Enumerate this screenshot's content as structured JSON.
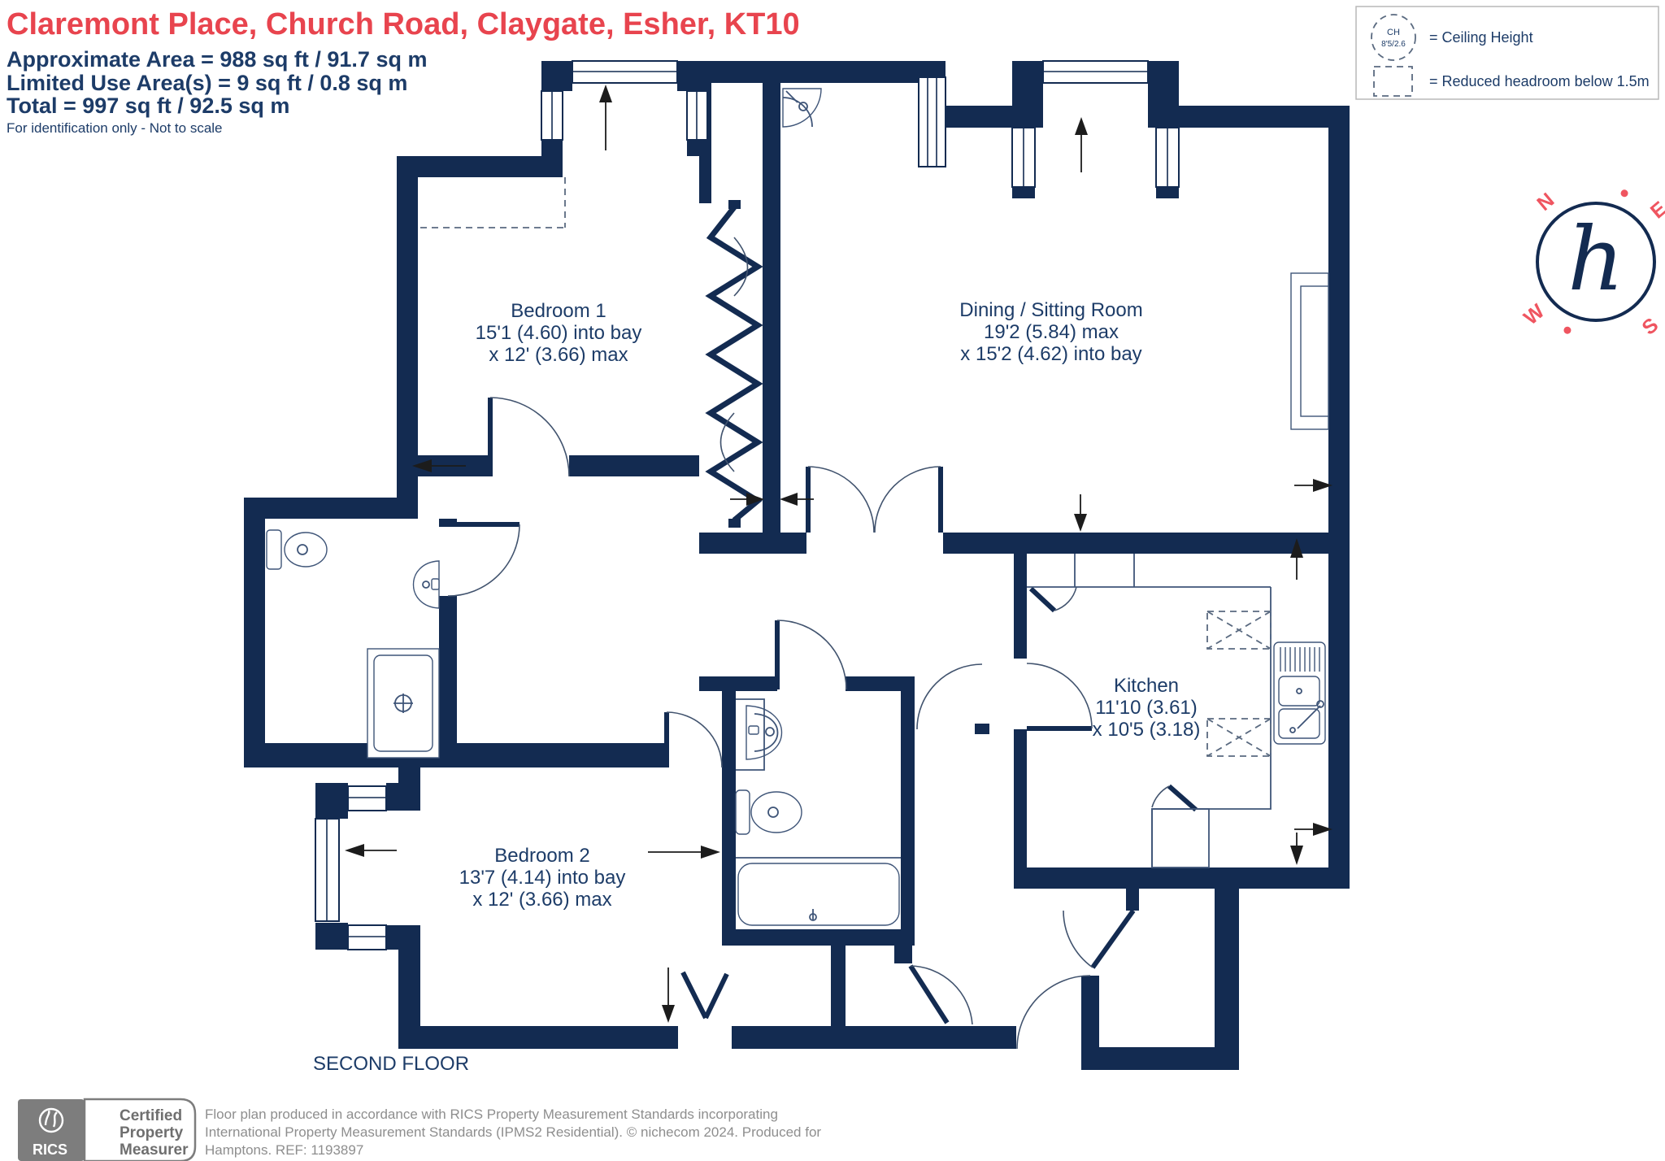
{
  "header": {
    "title": "Claremont Place, Church Road, Claygate, Esher, KT10",
    "approx_area": "Approximate Area = 988 sq ft / 91.7 sq m",
    "limited_area": "Limited Use Area(s) = 9 sq ft / 0.8 sq m",
    "total_area": "Total = 997 sq ft / 92.5 sq m",
    "disclaimer": "For identification only - Not to scale"
  },
  "legend": {
    "ch_symbol_line1": "CH",
    "ch_symbol_line2": "8'5/2.6",
    "ceiling_label": "= Ceiling Height",
    "reduced_label": "= Reduced headroom below 1.5m"
  },
  "compass": {
    "north": "N",
    "east": "E",
    "south": "S",
    "west": "W",
    "logo_letter": "h"
  },
  "rooms": [
    {
      "name": "Bedroom 1",
      "dim1": "15'1 (4.60) into bay",
      "dim2": "x 12' (3.66) max"
    },
    {
      "name": "Dining / Sitting Room",
      "dim1": "19'2 (5.84) max",
      "dim2": "x 15'2 (4.62) into bay"
    },
    {
      "name": "Kitchen",
      "dim1": "11'10 (3.61)",
      "dim2": "x 10'5 (3.18)"
    },
    {
      "name": "Bedroom 2",
      "dim1": "13'7 (4.14) into bay",
      "dim2": "x 12' (3.66) max"
    }
  ],
  "floor_label": "SECOND FLOOR",
  "footer": {
    "rics": "RICS",
    "cert_line1": "Certified",
    "cert_line2": "Property",
    "cert_line3": "Measurer",
    "line1": "Floor plan produced in accordance with RICS Property Measurement Standards incorporating",
    "line2": "International Property Measurement Standards (IPMS2 Residential).   © nichecom 2024.   Produced for",
    "line3": "Hamptons.   REF: 1193897"
  },
  "colors": {
    "wall": "#132b51",
    "accent_red": "#e8444e",
    "compass_red": "#ef5560",
    "footer_gray": "#8e8e8e"
  }
}
